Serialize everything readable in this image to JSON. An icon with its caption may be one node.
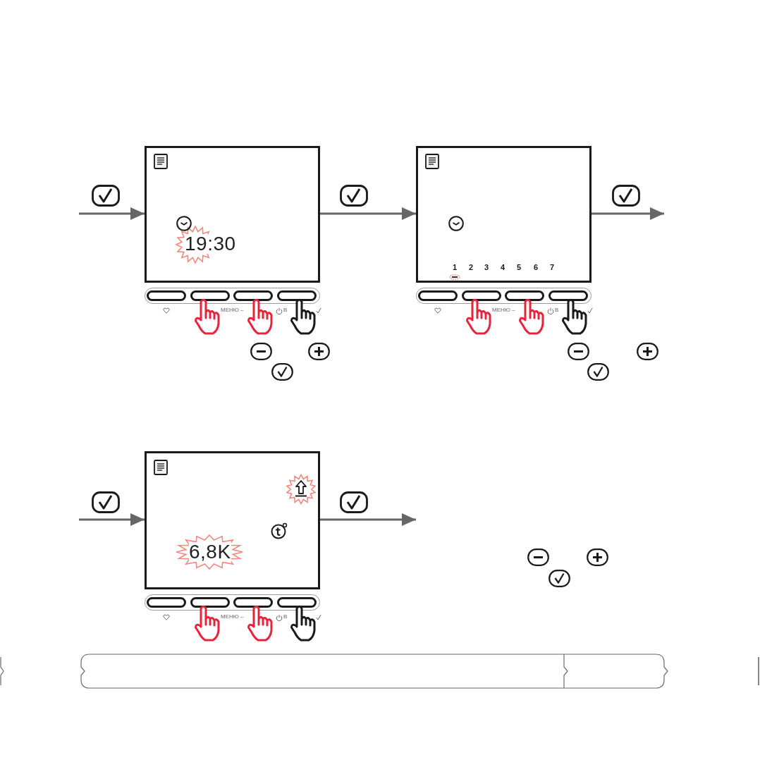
{
  "diagram": {
    "nodes": [
      {
        "text": [
          "19:30"
        ]
      },
      {
        "text": [
          "1",
          "2",
          "3",
          "4",
          "5",
          "6",
          "7"
        ]
      },
      {
        "text": [
          "6,8K"
        ]
      }
    ],
    "edges": [
      {
        "from": null,
        "to": 0,
        "arrow": "to"
      },
      {
        "from": 0,
        "to": 1,
        "arrow": "to"
      },
      {
        "from": 1,
        "to": null,
        "arrow": "to"
      },
      {
        "from": null,
        "to": 2,
        "arrow": "to"
      },
      {
        "from": 2,
        "to": null,
        "arrow": "to"
      }
    ],
    "labels": [
      "МЕНЮ –",
      "В",
      "МЕНЮ –",
      "В",
      "МЕНЮ –",
      "В"
    ]
  }
}
